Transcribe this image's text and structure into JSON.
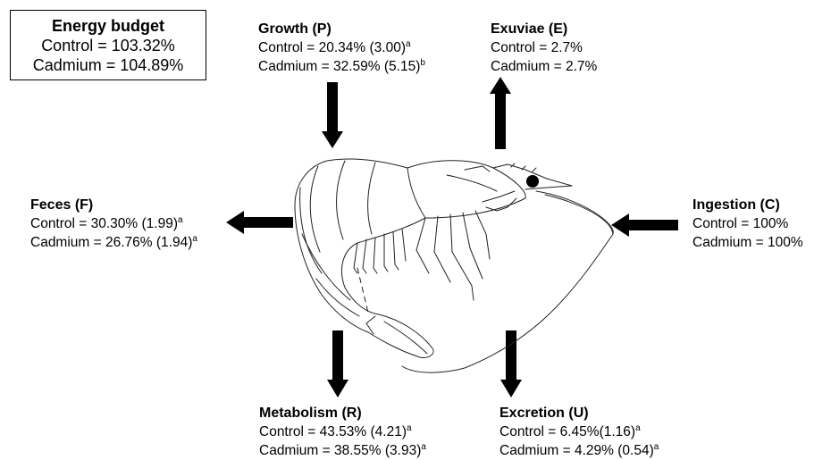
{
  "energy_budget": {
    "title": "Energy budget",
    "control": "Control = 103.32%",
    "cadmium": "Cadmium = 104.89%"
  },
  "growth": {
    "title": "Growth (P)",
    "control": "Control = 20.34% (3.00)",
    "control_sup": "a",
    "cadmium": "Cadmium = 32.59% (5.15)",
    "cadmium_sup": "b"
  },
  "exuviae": {
    "title": "Exuviae (E)",
    "control": "Control = 2.7%",
    "cadmium": "Cadmium = 2.7%"
  },
  "feces": {
    "title": "Feces (F)",
    "control": "Control = 30.30% (1.99)",
    "control_sup": "a",
    "cadmium": "Cadmium = 26.76% (1.94)",
    "cadmium_sup": "a"
  },
  "ingestion": {
    "title": "Ingestion (C)",
    "control": "Control = 100%",
    "cadmium": "Cadmium = 100%"
  },
  "metabolism": {
    "title": "Metabolism (R)",
    "control": "Control = 43.53% (4.21)",
    "control_sup": "a",
    "cadmium": "Cadmium = 38.55% (3.93)",
    "cadmium_sup": "a"
  },
  "excretion": {
    "title": "Excretion (U)",
    "control": "Control = 6.45%(1.16)",
    "control_sup": "a",
    "cadmium": "Cadmium = 4.29% (0.54)",
    "cadmium_sup": "a"
  }
}
